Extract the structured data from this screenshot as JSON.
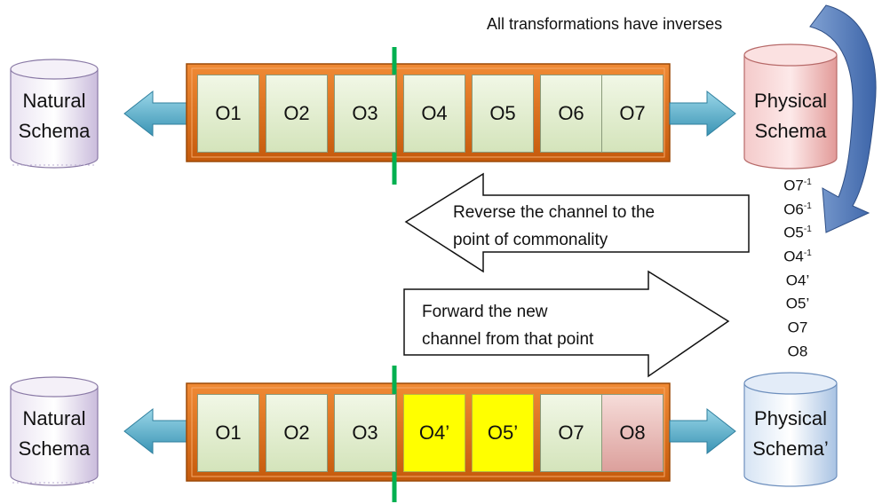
{
  "title_note": "All transformations have inverses",
  "top_row": {
    "left_schema": [
      "Natural",
      "Schema"
    ],
    "right_schema": [
      "Physical",
      "Schema"
    ],
    "ops": [
      {
        "label": "O1",
        "style": "green"
      },
      {
        "label": "O2",
        "style": "green"
      },
      {
        "label": "O3",
        "style": "green"
      },
      {
        "label": "O4",
        "style": "green"
      },
      {
        "label": "O5",
        "style": "green"
      },
      {
        "label": "O6",
        "style": "green"
      },
      {
        "label": "O7",
        "style": "green"
      }
    ]
  },
  "bottom_row": {
    "left_schema": [
      "Natural",
      "Schema"
    ],
    "right_schema": [
      "Physical",
      "Schema’"
    ],
    "ops": [
      {
        "label": "O1",
        "style": "green"
      },
      {
        "label": "O2",
        "style": "green"
      },
      {
        "label": "O3",
        "style": "green"
      },
      {
        "label": "O4’",
        "style": "yellow"
      },
      {
        "label": "O5’",
        "style": "yellow"
      },
      {
        "label": "O7",
        "style": "green"
      },
      {
        "label": "O8",
        "style": "red"
      }
    ]
  },
  "reverse_arrow": [
    "Reverse the channel to the",
    "point of commonality"
  ],
  "forward_arrow": [
    "Forward the new",
    "channel from that point"
  ],
  "sequence": [
    {
      "base": "O7",
      "sup": "-1"
    },
    {
      "base": "O6",
      "sup": "-1"
    },
    {
      "base": "O5",
      "sup": "-1"
    },
    {
      "base": "O4",
      "sup": "-1"
    },
    {
      "base": "O4’",
      "sup": ""
    },
    {
      "base": "O5’",
      "sup": ""
    },
    {
      "base": "O7",
      "sup": ""
    },
    {
      "base": "O8",
      "sup": ""
    }
  ],
  "colors": {
    "channel": "#e36c0a",
    "divider": "#00b050",
    "arrow_blue": "#4bacc6",
    "cyl_natural": "#e0d6ea",
    "cyl_physical": "#eeb7b6",
    "cyl_physical_new": "#c6d8ee",
    "curved_arrow": "#5a82c0"
  }
}
